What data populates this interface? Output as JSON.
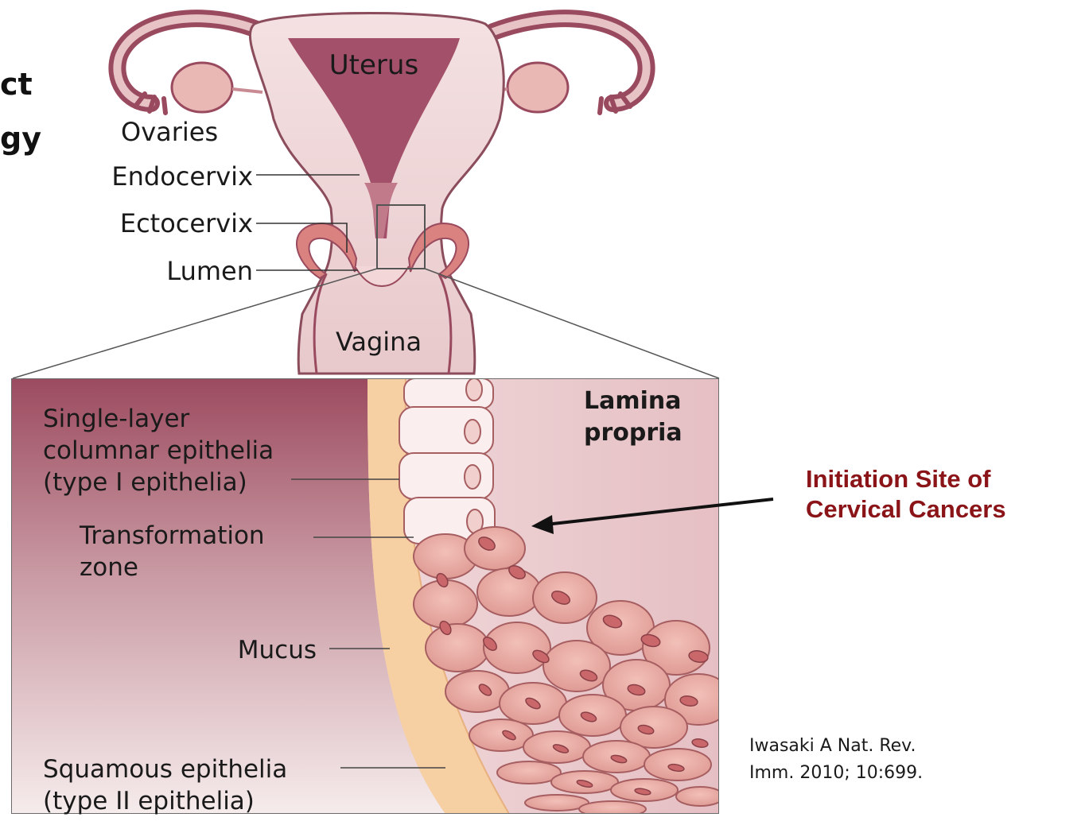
{
  "slide_title_fragments": [
    "ct",
    "gy"
  ],
  "labels": {
    "uterus": "Uterus",
    "ovaries": "Ovaries",
    "endocervix": "Endocervix",
    "ectocervix": "Ectocervix",
    "lumen": "Lumen",
    "vagina": "Vagina",
    "lamina_propria_line1": "Lamina",
    "lamina_propria_line2": "propria",
    "columnar_line1": "Single-layer",
    "columnar_line2": "columnar epithelia",
    "columnar_line3": "(type I epithelia)",
    "transformation_line1": "Transformation",
    "transformation_line2": "zone",
    "mucus": "Mucus",
    "squamous_line1": "Squamous epithelia",
    "squamous_line2": "(type II epithelia)"
  },
  "callout": {
    "line1": "Initiation Site of",
    "line2": "Cervical Cancers"
  },
  "citation": {
    "line1": "Iwasaki A Nat. Rev.",
    "line2": "Imm. 2010; 10:699."
  },
  "colors": {
    "uterus_dark": "#a3506a",
    "uterus_light": "#f3dfe0",
    "wall": "#e9c6c8",
    "ovary": "#eab8b4",
    "epithelium": "#d9827f",
    "mucus": "#f6cfa3",
    "callout": "#8a1418"
  }
}
